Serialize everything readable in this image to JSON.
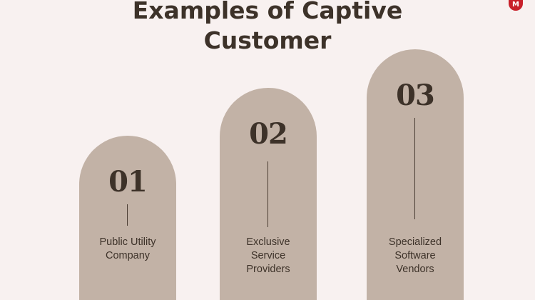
{
  "title": {
    "line1": "Examples of Captive",
    "line2": "Customer"
  },
  "logo": {
    "letter": "M"
  },
  "pillars": [
    {
      "number": "01",
      "label_lines": [
        "Public Utility",
        "Company"
      ]
    },
    {
      "number": "02",
      "label_lines": [
        "Exclusive",
        "Service",
        "Providers"
      ]
    },
    {
      "number": "03",
      "label_lines": [
        "Specialized",
        "Software",
        "Vendors"
      ]
    }
  ],
  "colors": {
    "background": "#f8f1f0",
    "pillar": "#c2b2a6",
    "text": "#3d3229",
    "logo": "#c8202a"
  }
}
